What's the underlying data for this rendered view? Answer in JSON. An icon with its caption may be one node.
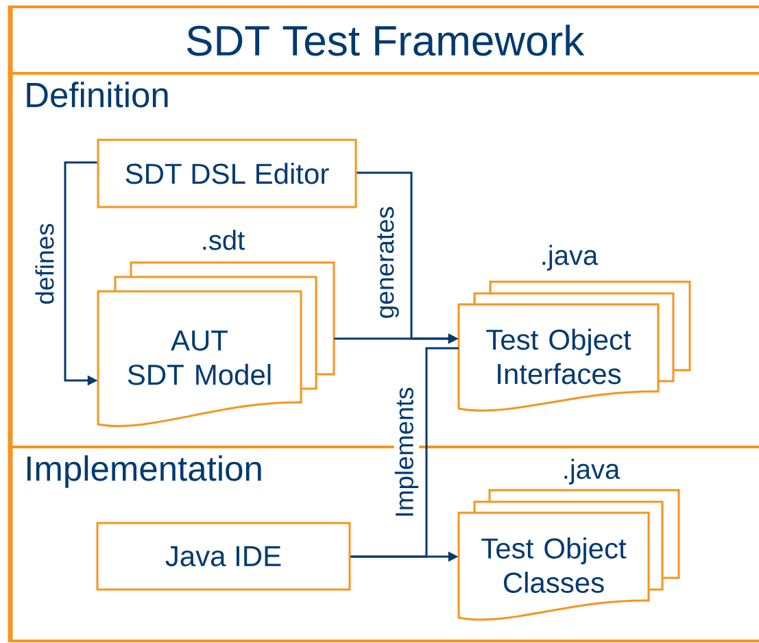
{
  "diagram": {
    "nodes": [
      {
        "text": [
          "SDT Test Framework"
        ]
      },
      {
        "text": [
          "Definition"
        ]
      },
      {
        "text": [
          "Implementation"
        ]
      },
      {
        "text": [
          "SDT DSL Editor"
        ],
        "in": 1
      },
      {
        "text": [
          "AUT",
          "SDT Model"
        ],
        "beside": [
          ".sdt"
        ],
        "in": 1
      },
      {
        "text": [
          "Test Object Interfaces"
        ],
        "beside": [
          ".java"
        ],
        "in": 1
      },
      {
        "text": [
          "Java IDE"
        ],
        "in": 2
      },
      {
        "text": [
          "Test Object Classes"
        ],
        "beside": [
          ".java"
        ],
        "in": 2
      }
    ],
    "edges": [
      {
        "from": 3,
        "to": 4,
        "arrow": "to",
        "label": "defines"
      },
      {
        "from": 3,
        "to": 5,
        "arrow": "to",
        "label": "generates"
      },
      {
        "from": 4,
        "to": 5,
        "arrow": "to"
      },
      {
        "from": 6,
        "to": 7,
        "arrow": "to"
      },
      {
        "from": 6,
        "to": 5,
        "arrow": "none",
        "label": "Implements"
      }
    ]
  }
}
